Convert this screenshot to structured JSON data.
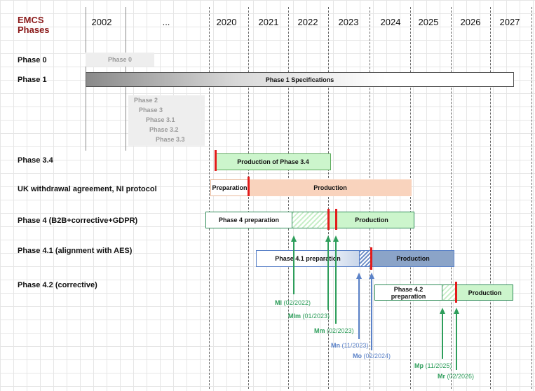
{
  "header": {
    "title_line1": "EMCS",
    "title_line2": "Phases"
  },
  "years": [
    "2002",
    "...",
    "2020",
    "2021",
    "2022",
    "2023",
    "2024",
    "2025",
    "2026",
    "2027"
  ],
  "phases": {
    "p0": "Phase 0",
    "p1": "Phase 1",
    "p34": "Phase 3.4",
    "uk": "UK withdrawal agreement, NI protocol",
    "p4": "Phase 4 (B2B+corrective+GDPR)",
    "p41": "Phase 4.1 (alignment with AES)",
    "p42": "Phase 4.2 (corrective)"
  },
  "bars": {
    "phase0": "Phase 0",
    "phase1": "Phase 1 Specifications",
    "phase2": "Phase 2",
    "phase3": "Phase 3",
    "phase31": "Phase 3.1",
    "phase32": "Phase 3.2",
    "phase33": "Phase 3.3",
    "prod34": "Production of Phase 3.4",
    "uk_prep": "Preparation",
    "uk_prod": "Production",
    "p4_prep": "Phase 4 preparation",
    "p4_prod": "Production",
    "p41_prep": "Phase 4.1 preparation",
    "p41_prod": "Production",
    "p42_prep": "Phase 4.2 preparation",
    "p42_prod": "Production"
  },
  "milestones": {
    "ml": {
      "code": "Ml",
      "date": "(02/2022)"
    },
    "mlm": {
      "code": "Mlm",
      "date": "(01/2023)"
    },
    "mm": {
      "code": "Mm",
      "date": "(02/2023)"
    },
    "mn": {
      "code": "Mn",
      "date": "(11/2023)"
    },
    "mo": {
      "code": "Mo",
      "date": "(02/2024)"
    },
    "mp": {
      "code": "Mp",
      "date": "(11/2025)"
    },
    "mr": {
      "code": "Mr",
      "date": "(02/2026)"
    }
  },
  "colors": {
    "title": "#8b1a1a",
    "green_fill": "#ccf5cc",
    "green_border": "#2e8b57",
    "green_arrow": "#2e9e5b",
    "blue_fill": "#8ba4c8",
    "blue_arrow": "#5b82c8",
    "orange_fill": "#f9d3bd",
    "red": "#e31b1b"
  }
}
